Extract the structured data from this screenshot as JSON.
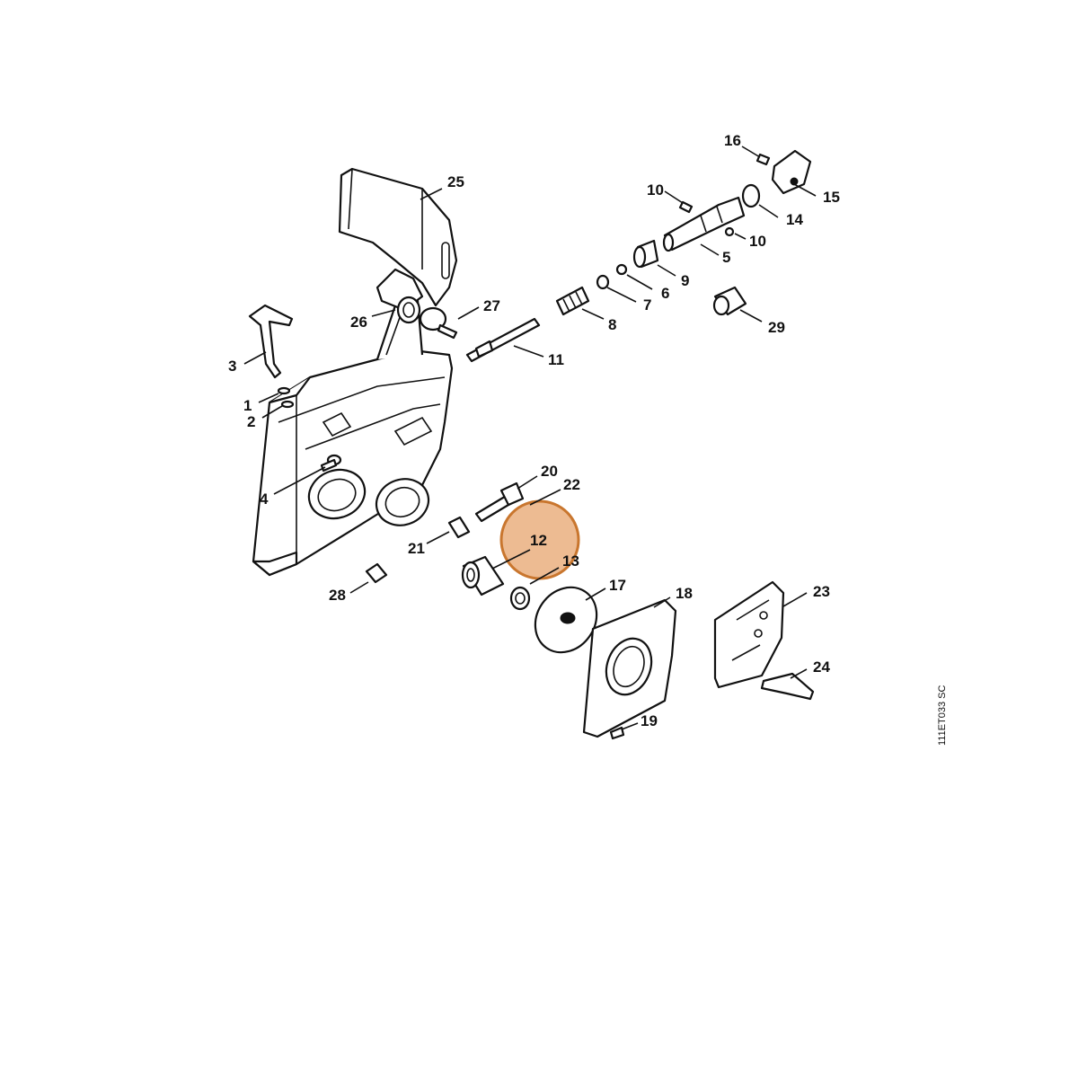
{
  "diagram": {
    "drawing_code": "111ET033 SC",
    "highlight": {
      "label": "12",
      "color": "#E8A873",
      "ring_color": "#C9762E"
    },
    "callouts": {
      "p1": "1",
      "p2": "2",
      "p3": "3",
      "p4": "4",
      "p5": "5",
      "p6": "6",
      "p7": "7",
      "p8": "8",
      "p9": "9",
      "p10a": "10",
      "p10b": "10",
      "p11": "11",
      "p13": "13",
      "p14": "14",
      "p15": "15",
      "p16": "16",
      "p17": "17",
      "p18": "18",
      "p19": "19",
      "p20": "20",
      "p21": "21",
      "p22": "22",
      "p23": "23",
      "p24": "24",
      "p25": "25",
      "p26": "26",
      "p27": "27",
      "p28": "28",
      "p29": "29"
    }
  }
}
